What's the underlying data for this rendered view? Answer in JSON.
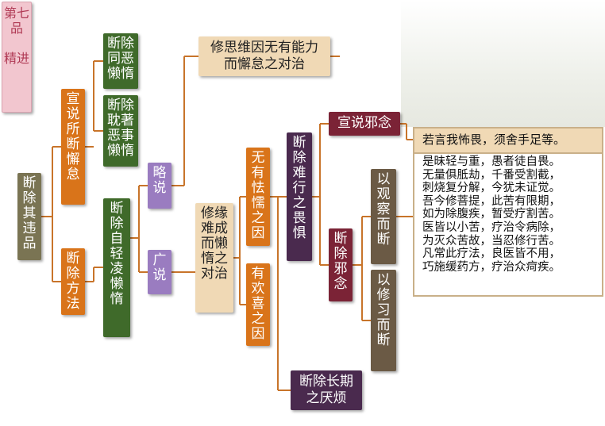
{
  "title": "第七品\n\n精进",
  "nodes": {
    "root": "断除其违品",
    "declare": "宣说所断懈怠",
    "method": "断除方法",
    "lazy1": "断除同恶懒惰",
    "lazy2": "断除耽著恶事懒惰",
    "lazy3": "断除自轻凌懒惰",
    "brief": "略说",
    "broad": "广说",
    "ability": "修思维因无有能力而懈怠之对治",
    "cultivate": "修缘难成而懒惰之对治",
    "nofear": "无有怯懦之因",
    "joy": "有欢喜之因",
    "difficult": "断除难行之畏惧",
    "longterm": "断除长期之厌烦",
    "evilthought": "宣说邪念",
    "removeevil": "断除邪念",
    "observe": "以观察而断",
    "practice": "以修习而断"
  },
  "quote": "若言我怖畏，须舍手足等。",
  "verses": [
    "是昧轻与重，愚者徒自畏。",
    "无量俱胝劫，千番受割截，",
    "刺烧复分解，今犹未证觉。",
    "吾今修菩提，此苦有限期，",
    "如为除腹疾，暂受疗割苦。",
    "医皆以小苦，疗治令病除，",
    "为灭众苦故，当忍修行苦。",
    "凡常此疗法，良医皆不用，",
    "巧施缓药方，疗治众疴疾。"
  ],
  "colors": {
    "line": "#c8742a",
    "olive": "#7a7453",
    "orange": "#d9741a",
    "green": "#3f6a2a",
    "lilac": "#9a7cc0",
    "beige": "#f0d9b5",
    "maroon": "#7b2336",
    "purple": "#4a2a4e",
    "brown": "#6b5a45",
    "pink": "#f2c6cf"
  }
}
